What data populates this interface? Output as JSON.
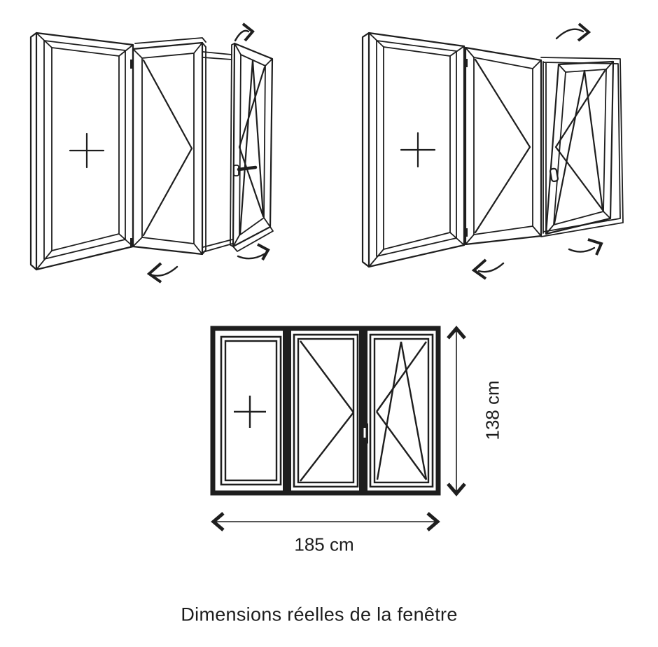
{
  "page": {
    "background_color": "#ffffff",
    "line_color": "#1e1e1e",
    "text_color": "#1c1c1c"
  },
  "figure": {
    "caption": "Dimensions réelles de la fenêtre",
    "dimensions": {
      "height_label": "138 cm",
      "width_label": "185 cm"
    },
    "views": [
      {
        "id": "perspective-open-view",
        "symbols": [
          "plus-fixed-pane",
          "casement-open-sash",
          "tilt-turn-open-sash",
          "rotation-arrows"
        ]
      },
      {
        "id": "perspective-tilted-view",
        "symbols": [
          "plus-fixed-pane",
          "casement-sash",
          "tilt-turn-tilted-sash",
          "rotation-arrows"
        ]
      },
      {
        "id": "front-elevation-view",
        "symbols": [
          "plus-fixed-pane",
          "casement-triangle",
          "tilt-turn-triangles",
          "handle",
          "dimension-arrows"
        ]
      }
    ]
  }
}
